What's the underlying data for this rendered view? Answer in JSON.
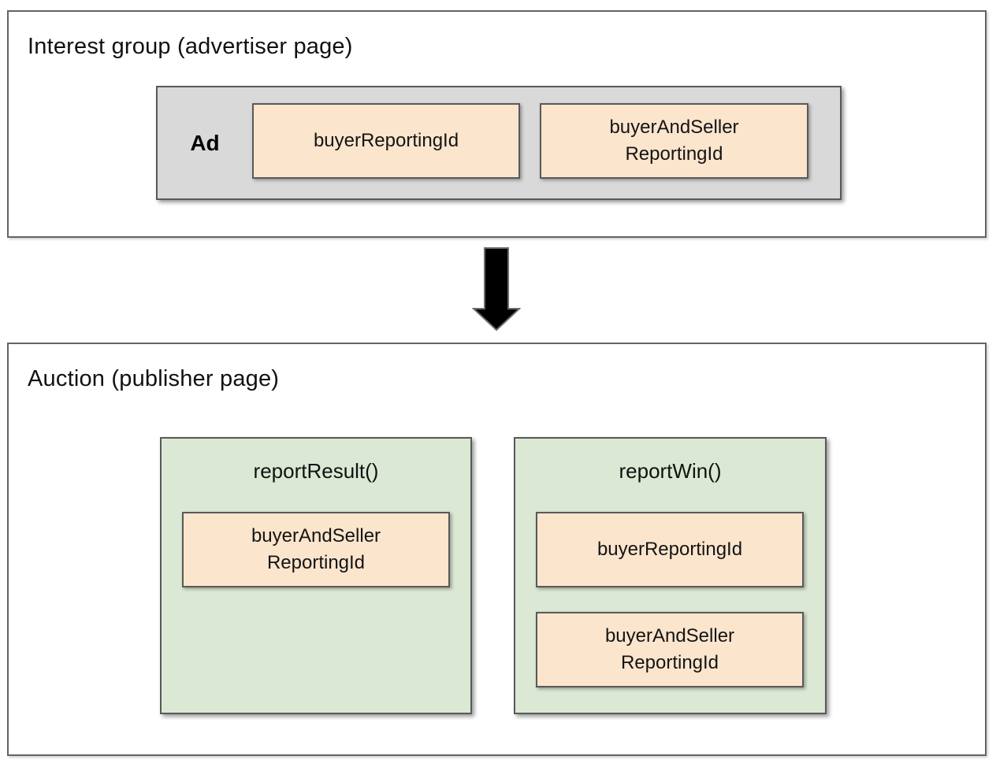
{
  "colors": {
    "panel_border": "#646464",
    "box_border": "#595959",
    "ad_fill": "#d9d9d9",
    "function_fill": "#dbe8d3",
    "id_chip_fill": "#fce5cd",
    "arrow_fill": "#000000",
    "text": "#111111"
  },
  "interest_group": {
    "title": "Interest group (advertiser page)",
    "ad": {
      "label": "Ad",
      "chips": [
        {
          "label": "buyerReportingId"
        },
        {
          "label": "buyerAndSeller\nReportingId"
        }
      ]
    }
  },
  "arrow": {
    "name": "down-arrow"
  },
  "auction": {
    "title": "Auction (publisher page)",
    "functions": [
      {
        "name": "reportResult()",
        "chips": [
          {
            "label": "buyerAndSeller\nReportingId"
          }
        ]
      },
      {
        "name": "reportWin()",
        "chips": [
          {
            "label": "buyerReportingId"
          },
          {
            "label": "buyerAndSeller\nReportingId"
          }
        ]
      }
    ]
  }
}
